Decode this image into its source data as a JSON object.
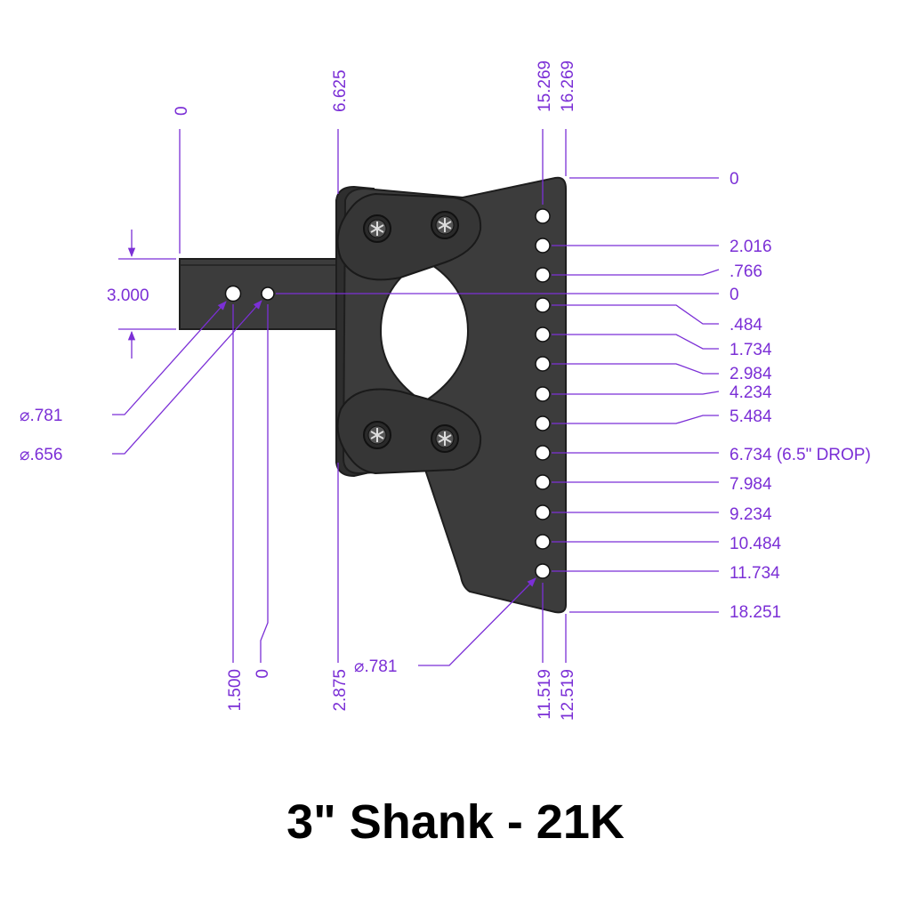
{
  "title": "3\" Shank - 21K",
  "colors": {
    "dimension": "#7b2fd6",
    "part": "#3c3c3c",
    "part_edge": "#1e1e1e",
    "hole": "#ffffff",
    "title": "#000000"
  },
  "top_dims": {
    "shank_ref": "0",
    "plate_front": "6.625",
    "hole_col_a": "15.269",
    "hole_col_b": "16.269"
  },
  "bottom_dims": {
    "hole_a": "1.500",
    "hole_b": "0",
    "plate_front": "2.875",
    "hole_col_a": "11.519",
    "hole_col_b": "12.519"
  },
  "shank_height": "3.000",
  "diameters": {
    "shank_hole_large": "⌀.781",
    "shank_hole_small": "⌀.656",
    "receiver_hole": "⌀.781"
  },
  "right_dims": {
    "top": "0",
    "r1": "2.016",
    "r2": ".766",
    "r3": "0",
    "r4": ".484",
    "r5": "1.734",
    "r6": "2.984",
    "r7": "4.234",
    "r8": "5.484",
    "r9": "6.734 (6.5\" DROP)",
    "r10": "7.984",
    "r11": "9.234",
    "r12": "10.484",
    "r13": "11.734",
    "bottom": "18.251"
  },
  "icons": [
    "bolt-head-icon"
  ]
}
